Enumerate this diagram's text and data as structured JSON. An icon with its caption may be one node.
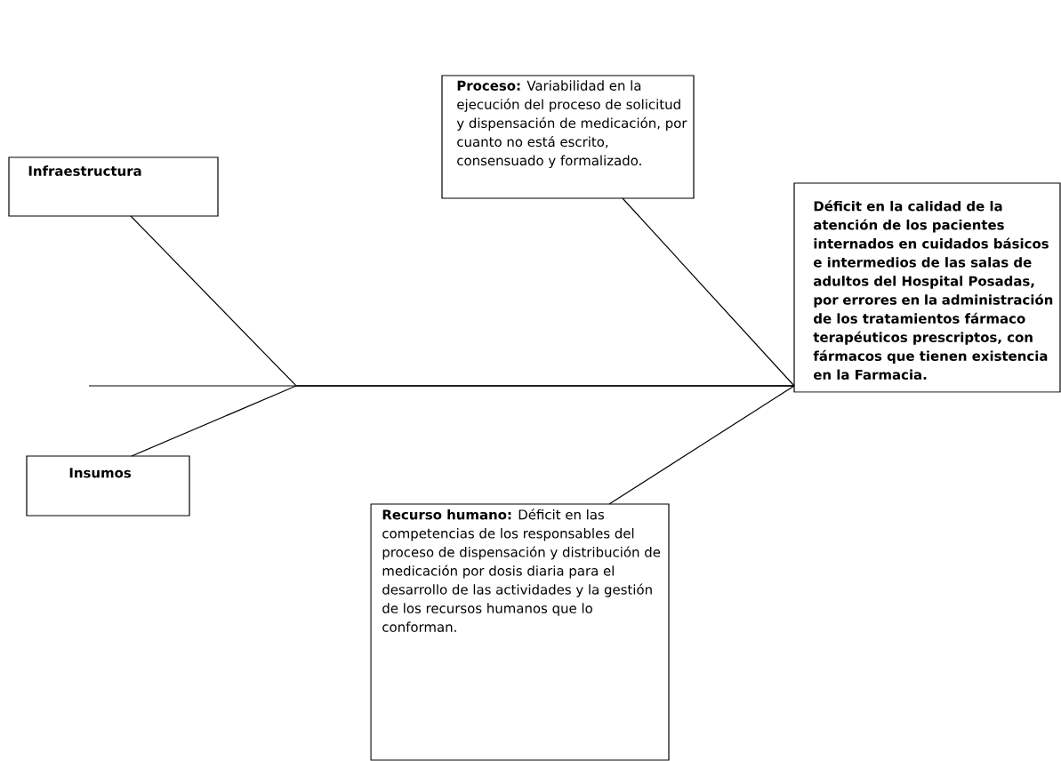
{
  "diagram": {
    "nodes": [
      {
        "text": [
          "**Proceso:** Variabilidad en la ejecución del proceso de solicitud y dispensación de medicación, por cuanto no está escrito, consensuado y formalizado."
        ]
      },
      {
        "text": [
          "Infraestructura"
        ]
      },
      {
        "text": [
          "Déficit en la calidad de la atención de los pacientes internados en cuidados básicos e intermedios de las salas de adultos del Hospital Posadas, por errores en la administración de los tratamientos fármaco terapéuticos prescriptos, con fármacos que tienen existencia en la Farmacia."
        ]
      },
      {
        "text": [
          "Insumos"
        ]
      },
      {
        "text": [
          "**Recurso humano:** Déficit en las competencias de los responsables del proceso de dispensación y distribución de medicación por dosis diaria para el desarrollo de las actividades y la gestión de los recursos humanos que lo conforman."
        ]
      }
    ],
    "edges": [
      {
        "from": null,
        "to": 2,
        "arrow": "none"
      },
      {
        "from": 1,
        "to": 2,
        "arrow": "none"
      },
      {
        "from": 3,
        "to": 2,
        "arrow": "none"
      },
      {
        "from": 0,
        "to": 2,
        "arrow": "none"
      },
      {
        "from": 4,
        "to": 2,
        "arrow": "none"
      }
    ]
  }
}
